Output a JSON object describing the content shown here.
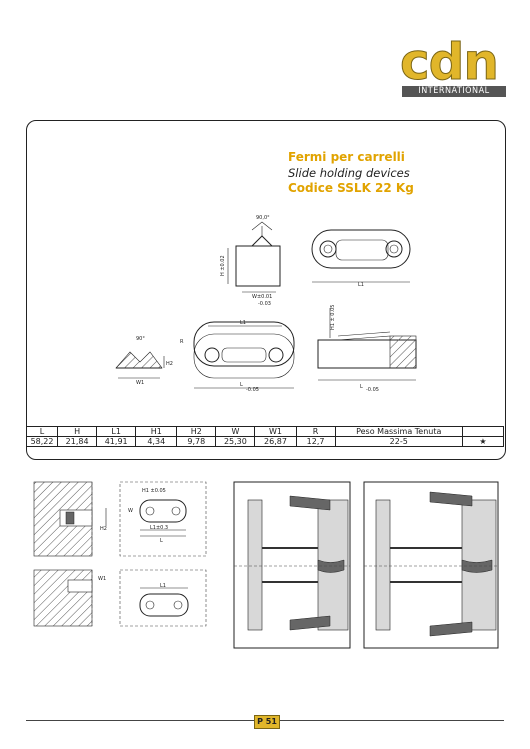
{
  "logo": {
    "brand": "cdn",
    "subtitle": "INTERNATIONAL"
  },
  "title": {
    "it": "Fermi per carrelli",
    "en": "Slide holding devices",
    "code": "Codice SSLK 22 Kg"
  },
  "drawing_labels": {
    "angle_top": "90,0°",
    "l1_top": "L1",
    "h_dim": "H ±0.02",
    "w_dim": "W±0.01",
    "w_tol": "-0.03",
    "h1_dim": "H1 ± 0.05",
    "angle_side": "90°",
    "r_label": "R",
    "l1_mid": "L1",
    "h2_label": "H2",
    "w1_label": "W1",
    "l_mid": "L",
    "l_mid_tol": "-0.05",
    "l_right": "L",
    "l_right_tol": "-0.05",
    "install_1": "H1 ±0.05",
    "install_2": "W",
    "install_3": "L1±0.3",
    "install_4": "L",
    "install_5": "W1",
    "install_6": "H2",
    "install_7": "L1"
  },
  "table": {
    "headers": [
      "L",
      "H",
      "L1",
      "H1",
      "H2",
      "W",
      "W1",
      "R",
      "Peso Massima Tenuta",
      ""
    ],
    "row": [
      "58,22",
      "21,84",
      "41,91",
      "4,34",
      "9,78",
      "25,30",
      "26,87",
      "12,7",
      "22-5",
      "★"
    ]
  },
  "footer": {
    "page": "P 51"
  },
  "colors": {
    "accent": "#e1a300",
    "logo": "#e1b62a"
  }
}
